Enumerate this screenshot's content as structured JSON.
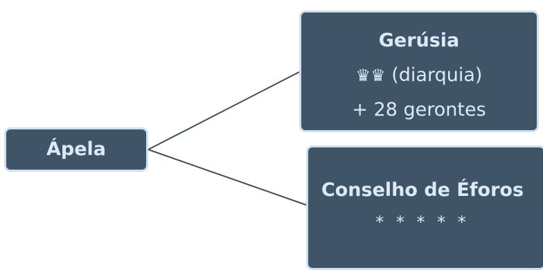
{
  "diagram": {
    "root": {
      "title": "Ápela"
    },
    "branches": [
      {
        "title": "Gerúsia",
        "line2_icon": "crown-icon",
        "line2_icons_text": "♛♛",
        "line2_text": "(diarquia)",
        "line3_text": "+ 28 gerontes"
      },
      {
        "title": "Conselho de Éforos",
        "stars": "* * * * *"
      }
    ]
  },
  "colors": {
    "node_fill": "#3f5567",
    "node_border": "#cfe0ee",
    "node_text": "#dbeaf6",
    "connector": "#3c4d5c"
  }
}
